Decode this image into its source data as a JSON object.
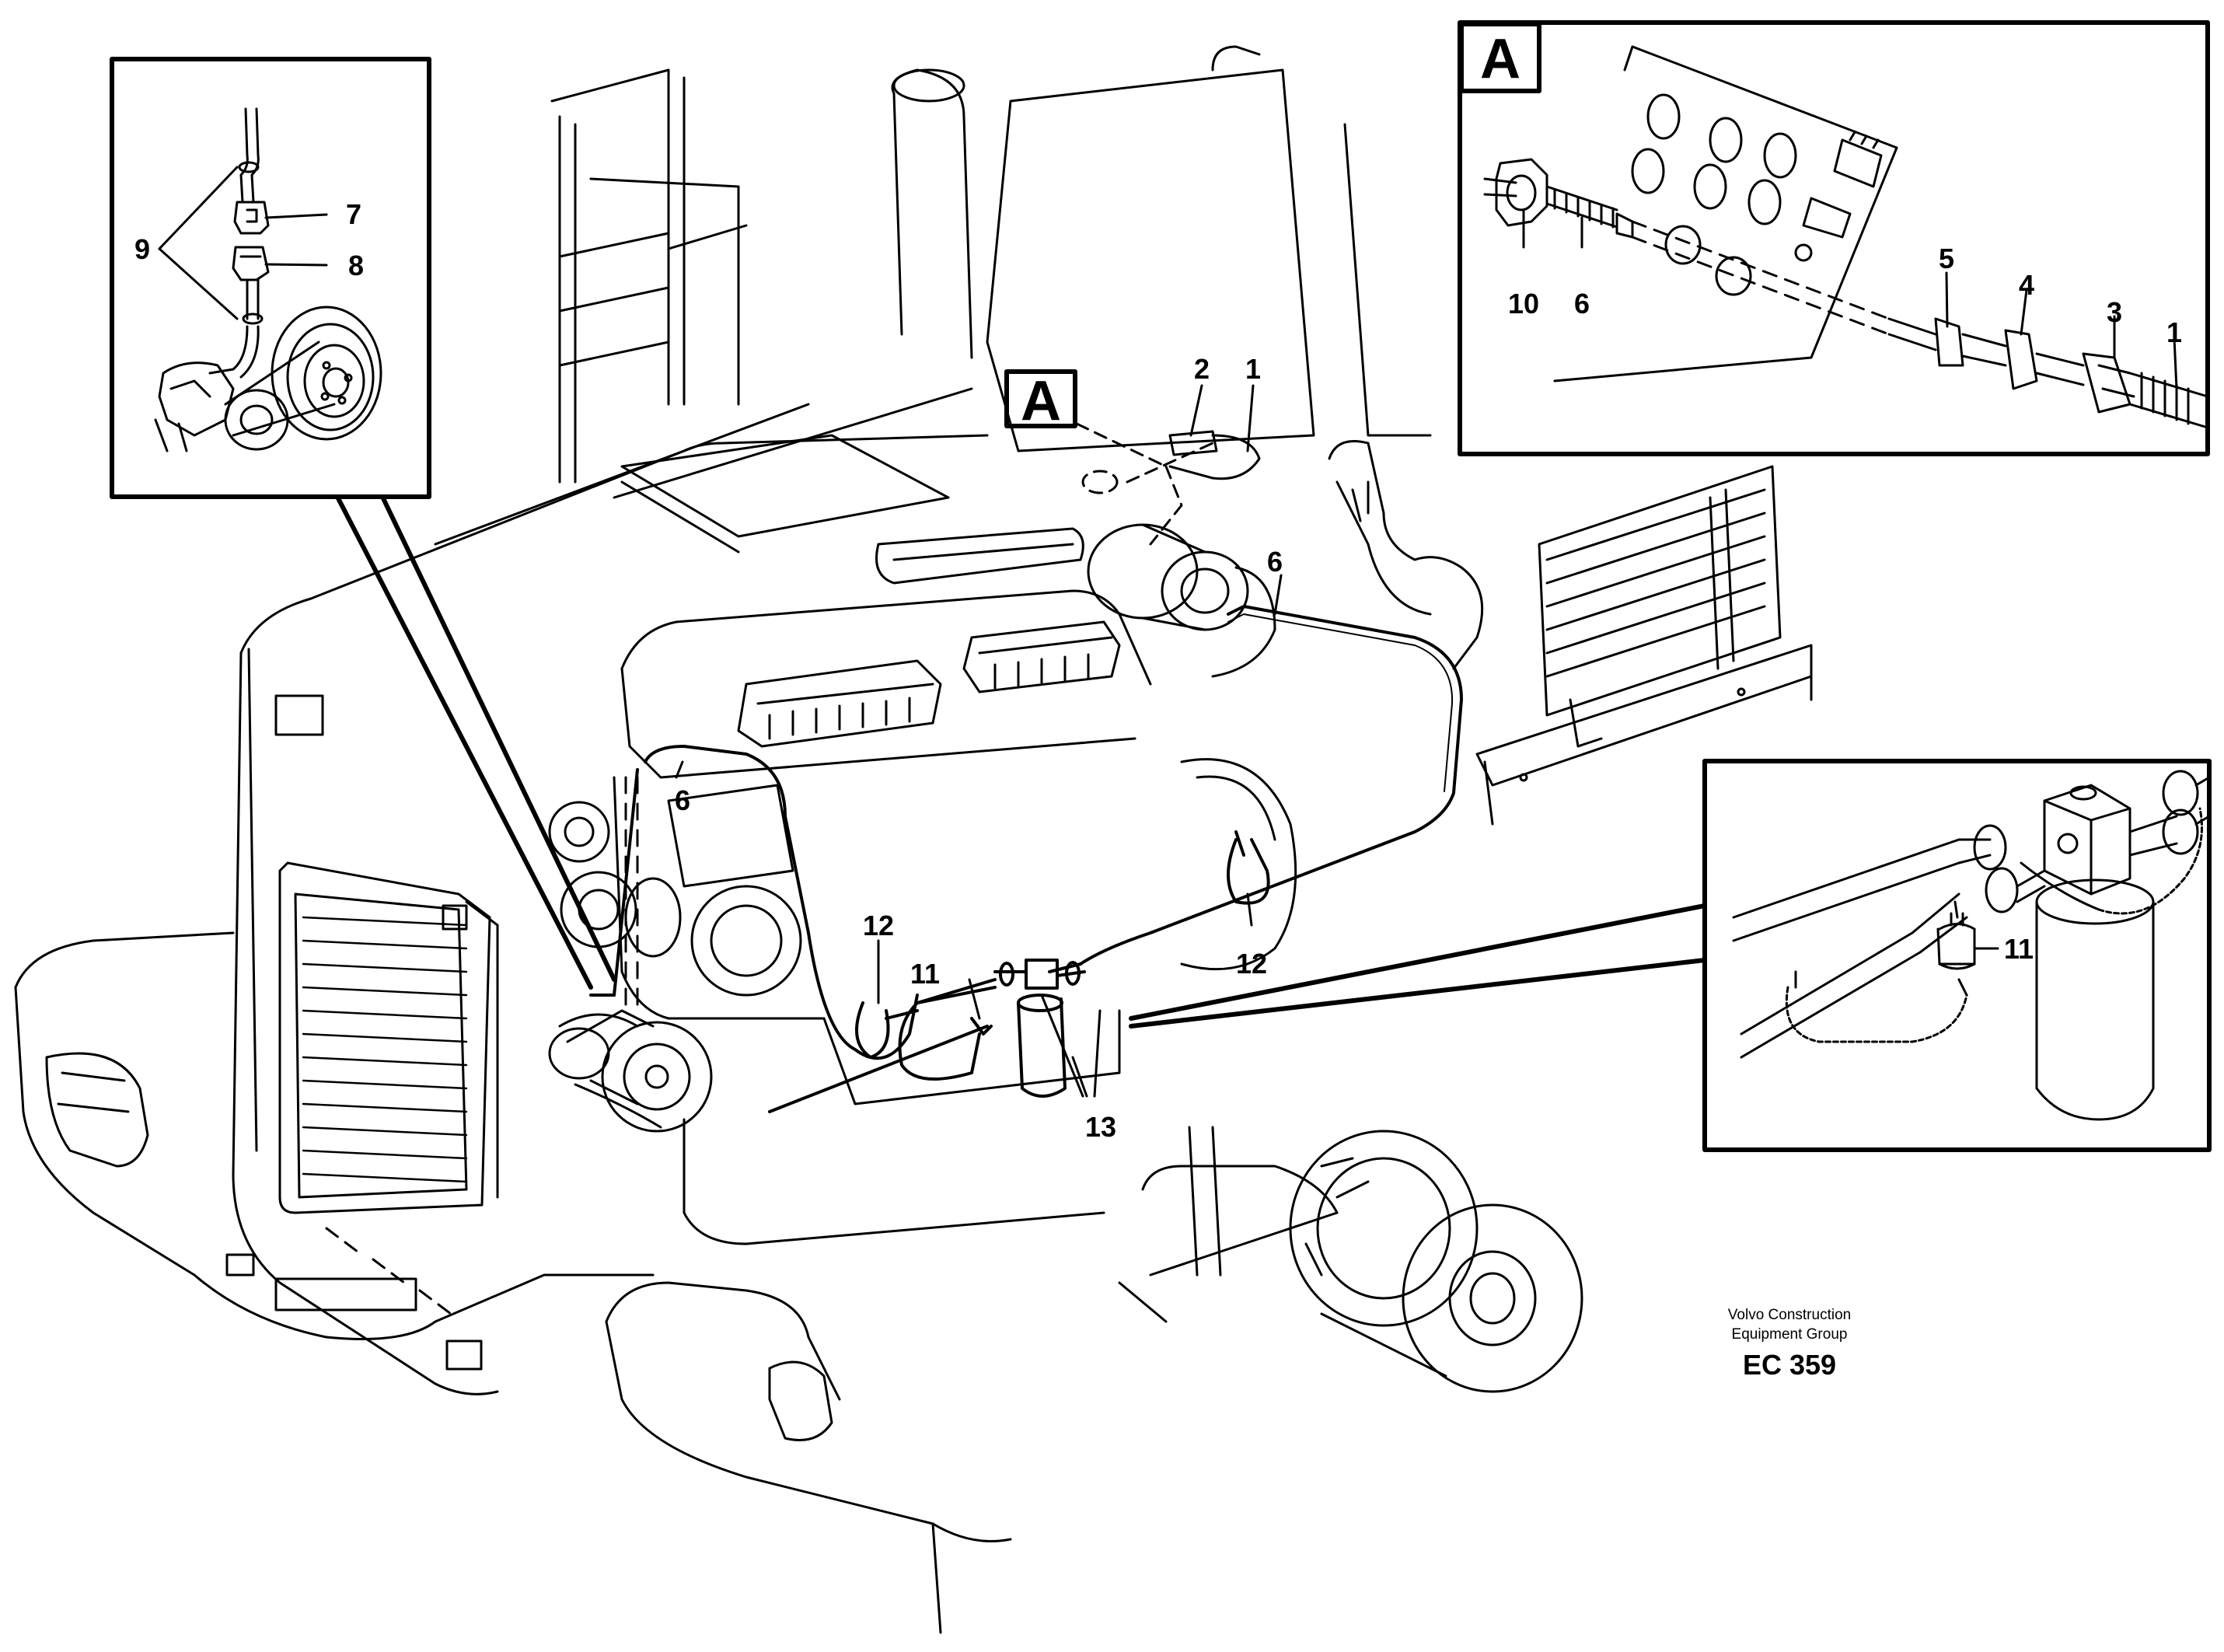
{
  "callouts": {
    "c1_main": "1",
    "c2_main": "2",
    "c6_upper": "6",
    "c6_lower": "6",
    "c12_left": "12",
    "c12_right": "12",
    "c11_main": "11",
    "c13_main": "13",
    "c7_inset": "7",
    "c8_inset": "8",
    "c9_inset": "9",
    "c10_detail": "10",
    "c6_detail": "6",
    "c5_detail": "5",
    "c4_detail": "4",
    "c3_detail": "3",
    "c1_detail": "1",
    "c11_inset": "11"
  },
  "detail_markers": {
    "main_marker": "A",
    "detail_box_marker": "A"
  },
  "credit": {
    "line1": "Volvo Construction",
    "line2": "Equipment Group",
    "code": "EC 359"
  }
}
